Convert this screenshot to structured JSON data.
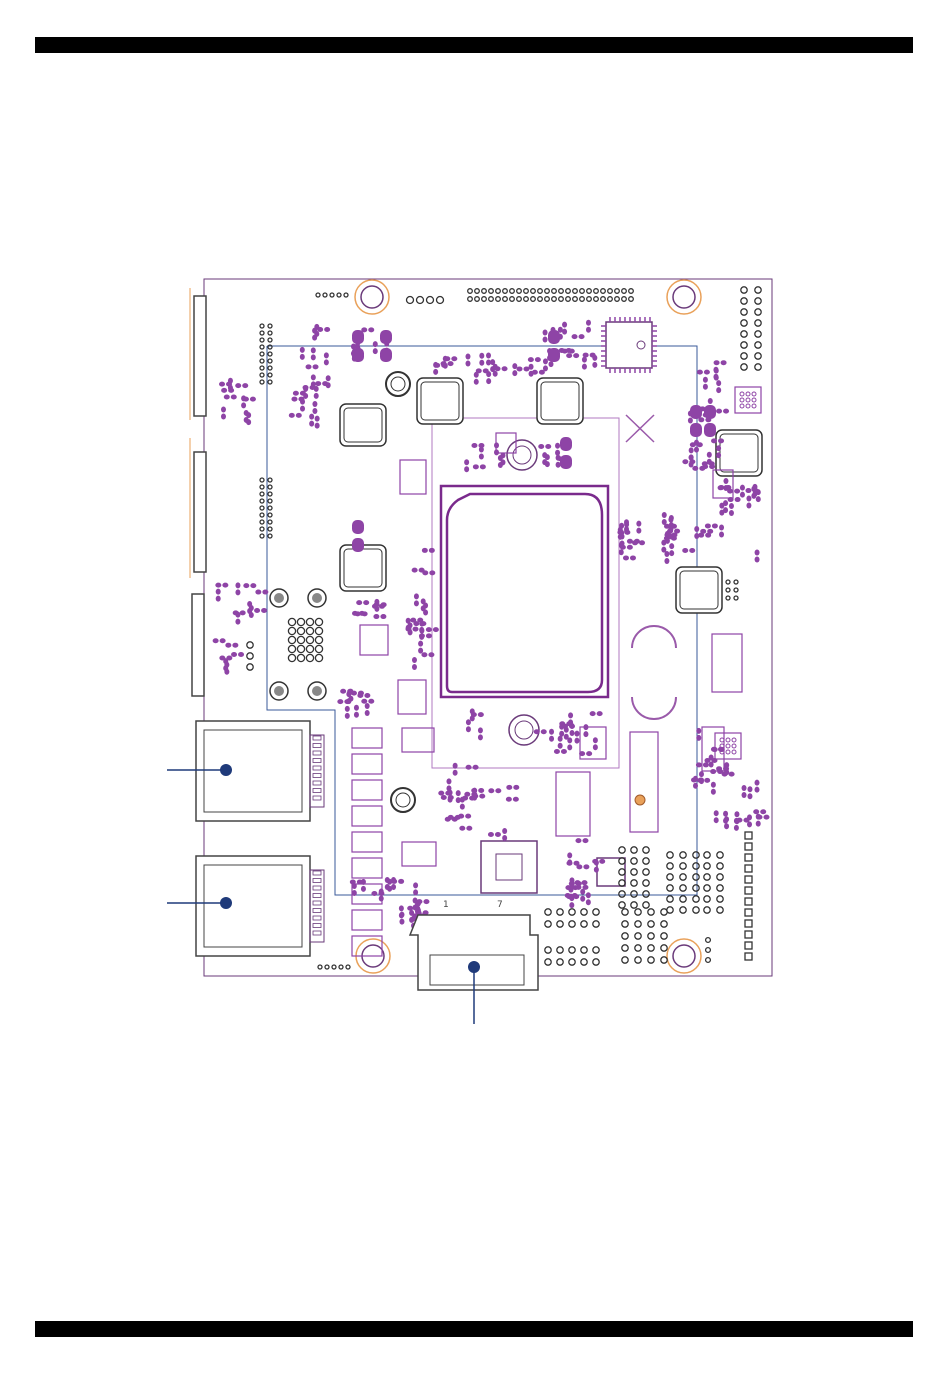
{
  "page": {
    "header_bar": "",
    "footer_bar": ""
  },
  "board": {
    "component_color": "#8e44a6",
    "outline_color": "#7a3a8c",
    "leader_color": "#1f3a7a",
    "copper_ring_color": "#e9a15a",
    "callouts": [
      {
        "target": "upper-usb-connector"
      },
      {
        "target": "lower-usb-connector"
      },
      {
        "target": "bottom-edge-connector"
      }
    ],
    "silkscreen": [
      "1",
      "7"
    ]
  }
}
